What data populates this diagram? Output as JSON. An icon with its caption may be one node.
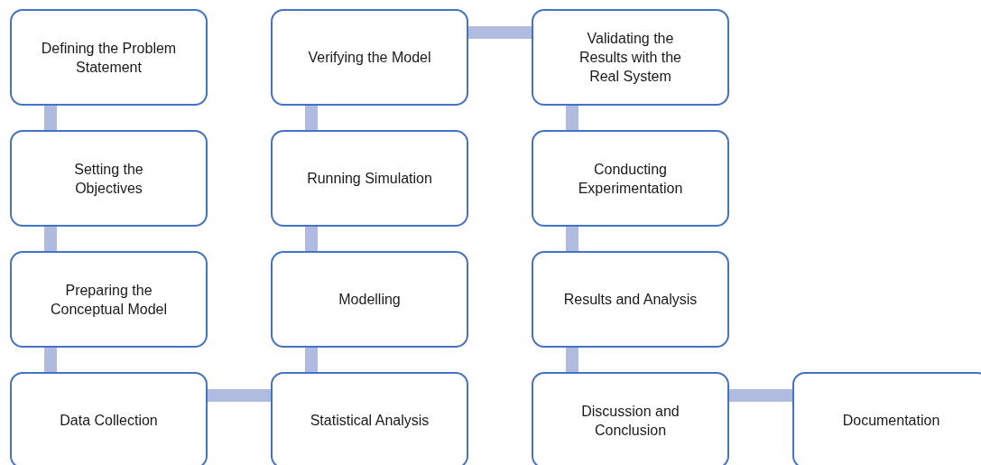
{
  "diagram": {
    "nodes": [
      {
        "text": [
          "Defining the Problem Statement"
        ]
      },
      {
        "text": [
          "Setting the Objectives"
        ]
      },
      {
        "text": [
          "Preparing the Conceptual Model"
        ]
      },
      {
        "text": [
          "Data Collection"
        ]
      },
      {
        "text": [
          "Statistical Analysis"
        ]
      },
      {
        "text": [
          "Modelling"
        ]
      },
      {
        "text": [
          "Running Simulation"
        ]
      },
      {
        "text": [
          "Verifying the Model"
        ]
      },
      {
        "text": [
          "Validating the Results with the Real System"
        ]
      },
      {
        "text": [
          "Conducting Experimentation"
        ]
      },
      {
        "text": [
          "Results and Analysis"
        ]
      },
      {
        "text": [
          "Discussion and Conclusion"
        ]
      },
      {
        "text": [
          "Documentation"
        ]
      }
    ],
    "edges": [
      {
        "from": 0,
        "to": 1,
        "arrow": "none"
      },
      {
        "from": 1,
        "to": 2,
        "arrow": "none"
      },
      {
        "from": 2,
        "to": 3,
        "arrow": "none"
      },
      {
        "from": 3,
        "to": 4,
        "arrow": "none"
      },
      {
        "from": 4,
        "to": 5,
        "arrow": "none"
      },
      {
        "from": 5,
        "to": 6,
        "arrow": "none"
      },
      {
        "from": 6,
        "to": 7,
        "arrow": "none"
      },
      {
        "from": 7,
        "to": 8,
        "arrow": "none"
      },
      {
        "from": 8,
        "to": 9,
        "arrow": "none"
      },
      {
        "from": 9,
        "to": 10,
        "arrow": "none"
      },
      {
        "from": 10,
        "to": 11,
        "arrow": "none"
      },
      {
        "from": 11,
        "to": 12,
        "arrow": "none"
      }
    ]
  }
}
